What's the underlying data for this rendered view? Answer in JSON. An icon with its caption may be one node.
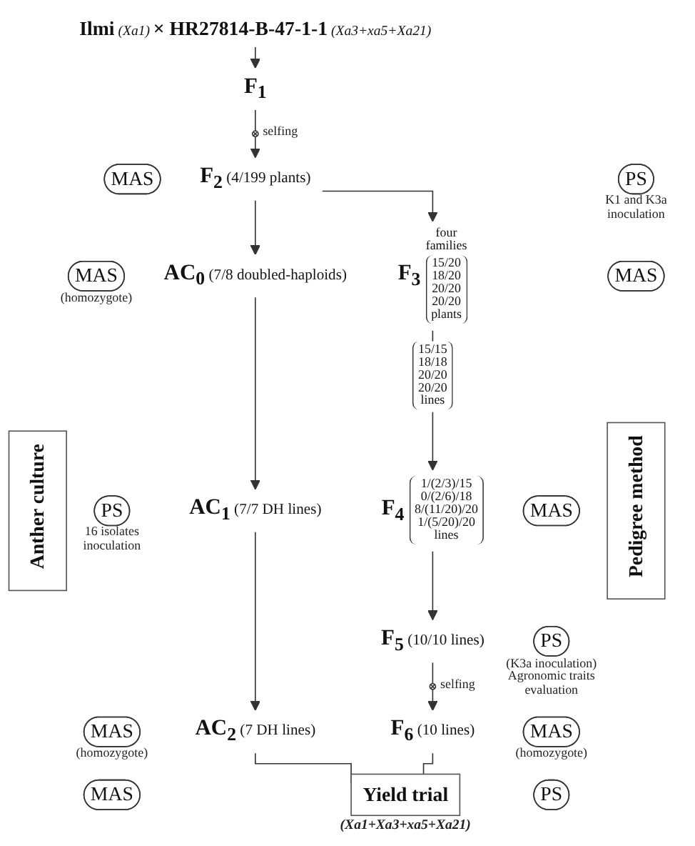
{
  "diagram": {
    "nodes": [
      {
        "text": [
          "**Ilmi** *(Xa1)* **× HR27814-B-47-1-1** *(Xa3+xa5+Xa21)*"
        ]
      },
      {
        "text": [
          "F$_{1}$"
        ]
      },
      {
        "text": [],
        "shape": "circle",
        "beside": [
          "selfing"
        ]
      },
      {
        "text": [
          "MAS"
        ]
      },
      {
        "text": [
          "**F$_{2}$** (4/199 plants)"
        ]
      },
      {
        "text": [
          "PS"
        ],
        "beside": [
          "K1 and K3a inoculation"
        ]
      },
      {
        "text": [
          "Anther culture"
        ]
      },
      {
        "text": [
          "MAS"
        ],
        "beside": [
          "(homozygote)"
        ]
      },
      {
        "text": [
          "**AC$_{0}$** (7/8 doubled-haploids)"
        ]
      },
      {
        "text": [
          "F$_{3}$"
        ],
        "beside": [
          "four families",
          "15/20 18/20 20/20 20/20 plants"
        ]
      },
      {
        "text": [
          "MAS"
        ]
      },
      {
        "text": [
          "Pedigree method"
        ]
      },
      {
        "text": [
          "MAS"
        ]
      },
      {
        "text": [
          "PS"
        ],
        "beside": [
          "16 isolates inoculation"
        ]
      },
      {
        "text": [
          "**AC$_{1}$** (7/7 DH lines)"
        ]
      },
      {
        "text": [
          "F$_{4}$"
        ],
        "beside": [
          "1/(2/3)/15 0/(2/6)/18 8/(11/20)/20 1/(5/20)/20 lines"
        ]
      },
      {
        "text": [
          "PS"
        ],
        "beside": [
          "(K3a inoculation)",
          "Agronomic traits evaluation"
        ]
      },
      {
        "text": [
          "**F$_{5}$** (10/10 lines)"
        ]
      },
      {
        "text": [],
        "shape": "circle",
        "beside": [
          "selfing"
        ]
      },
      {
        "text": [
          "MAS"
        ],
        "beside": [
          "(homozygote)"
        ]
      },
      {
        "text": [
          "**AC$_{2}$** (7 DH lines)"
        ]
      },
      {
        "text": [
          "**F$_{6}$** (10 lines)"
        ]
      },
      {
        "text": [
          "MAS"
        ],
        "beside": [
          "(homozygote)"
        ]
      },
      {
        "text": [
          "MAS"
        ]
      },
      {
        "text": [
          "Yield trial"
        ],
        "beside": [
          "(Xa1+Xa3+xa5+Xa21)"
        ]
      },
      {
        "text": [
          "PS"
        ]
      }
    ],
    "edges": [
      {
        "from": 0,
        "to": 1,
        "arrow": "to"
      },
      {
        "from": 1,
        "to": 2,
        "arrow": "none"
      },
      {
        "from": 2,
        "to": 4,
        "arrow": "to"
      },
      {
        "from": 4,
        "to": 8,
        "arrow": "to"
      },
      {
        "from": 4,
        "to": 9,
        "arrow": "to"
      },
      {
        "from": 8,
        "to": 14,
        "arrow": "to"
      },
      {
        "from": 14,
        "to": 20,
        "arrow": "to"
      },
      {
        "from": 9,
        "to": 15,
        "arrow": "to",
        "label": "15/15 18/18 20/20 20/20 lines"
      },
      {
        "from": 15,
        "to": 17,
        "arrow": "to"
      },
      {
        "from": 17,
        "to": 18,
        "arrow": "none"
      },
      {
        "from": 18,
        "to": 21,
        "arrow": "to"
      },
      {
        "from": 20,
        "to": 24,
        "arrow": "none"
      },
      {
        "from": 21,
        "to": 24,
        "arrow": "none"
      }
    ]
  }
}
